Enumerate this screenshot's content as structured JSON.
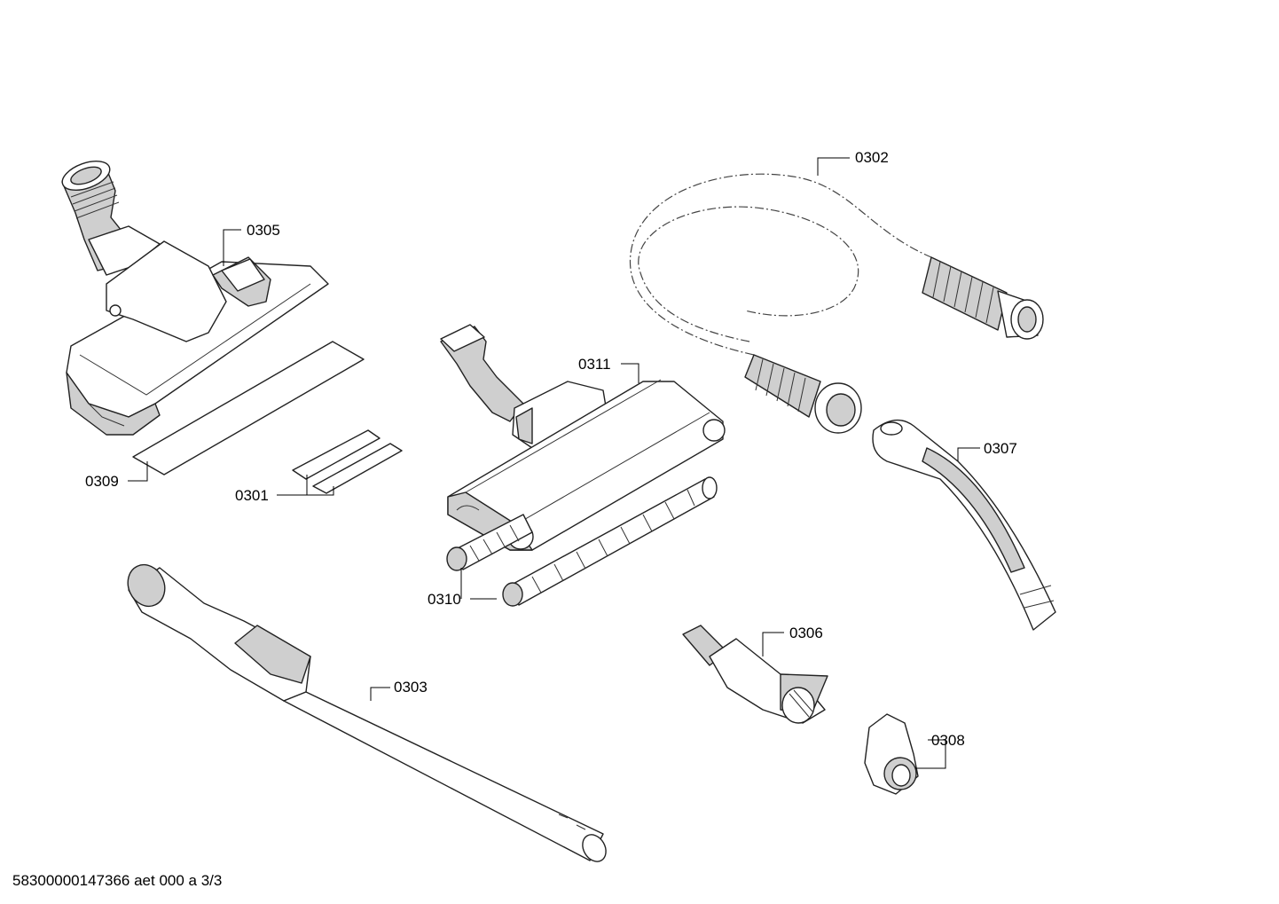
{
  "diagram": {
    "parts": [
      {
        "id": "0305",
        "name": "floor-nozzle"
      },
      {
        "id": "0309",
        "name": "sealing-strip-large"
      },
      {
        "id": "0301",
        "name": "sealing-strips-small"
      },
      {
        "id": "0311",
        "name": "parquet-nozzle"
      },
      {
        "id": "0310",
        "name": "brush-rollers"
      },
      {
        "id": "0302",
        "name": "suction-hose"
      },
      {
        "id": "0307",
        "name": "hose-handle"
      },
      {
        "id": "0303",
        "name": "telescopic-tube"
      },
      {
        "id": "0306",
        "name": "crevice-tool"
      },
      {
        "id": "0308",
        "name": "clip"
      }
    ],
    "labels": {
      "p0305": "0305",
      "p0309": "0309",
      "p0301": "0301",
      "p0311": "0311",
      "p0310": "0310",
      "p0302": "0302",
      "p0307": "0307",
      "p0303": "0303",
      "p0306": "0306",
      "p0308": "0308"
    },
    "footer": "58300000147366 aet 000 a 3/3"
  }
}
